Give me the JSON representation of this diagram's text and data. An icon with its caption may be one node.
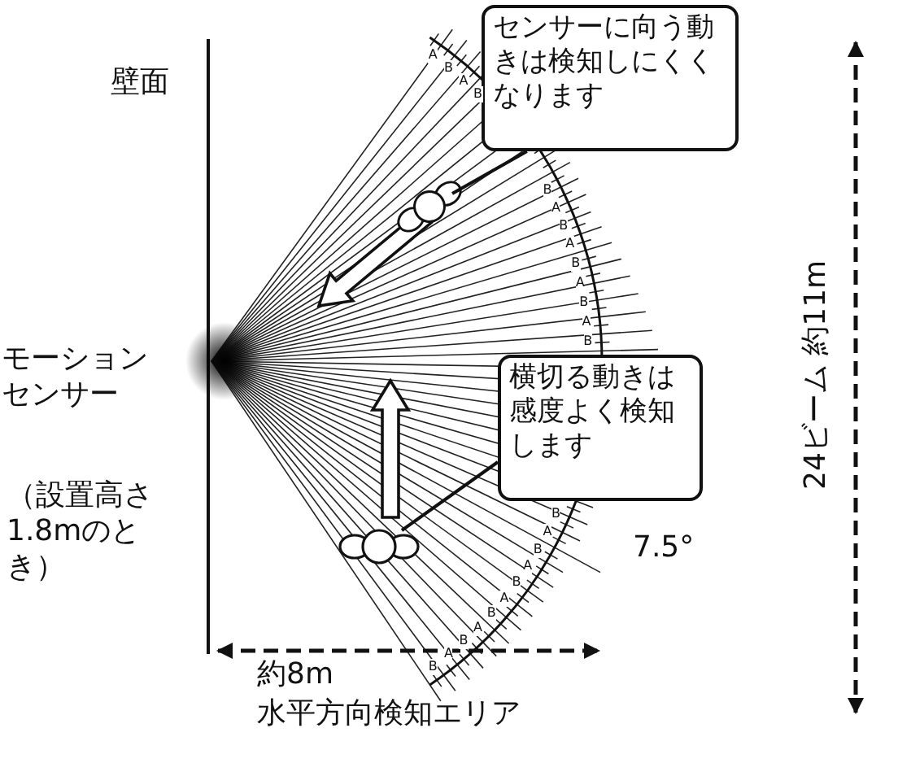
{
  "diagram": {
    "nodes": [
      {
        "text": [
          "センサーに向う動きは検知しにくくなります"
        ]
      },
      {
        "text": [
          "横切る動きは感度よく検知します"
        ]
      },
      {
        "text": [],
        "shape": "person"
      },
      {
        "text": [],
        "shape": "person"
      }
    ],
    "edges": [
      {
        "from": 0,
        "to": 2,
        "arrow": "none"
      },
      {
        "from": 1,
        "to": 3,
        "arrow": "none"
      }
    ],
    "labels": [
      "壁面",
      "モーションセンサー",
      "（設置高さ1.8mのとき）",
      "A",
      "B",
      "A",
      "B",
      "B",
      "A",
      "B",
      "A",
      "B",
      "A",
      "B",
      "A",
      "B",
      "B",
      "A",
      "B",
      "A",
      "B",
      "A",
      "B",
      "A",
      "B",
      "A",
      "B",
      "7.5°",
      "約8m",
      "水平方向検知エリア",
      "24ビーム 約11m"
    ]
  }
}
